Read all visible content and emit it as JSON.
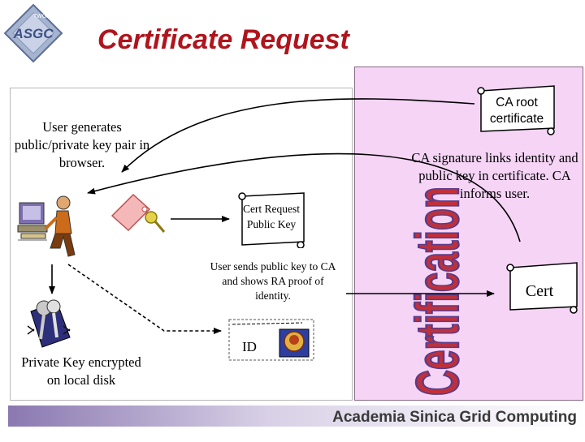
{
  "logo": {
    "text": "ASGC",
    "ribbon": "TWGrid"
  },
  "title": "Certificate Request",
  "left_panel": {
    "generate_text": "User generates public/private key pair in browser.",
    "cert_request": "Cert Request Public Key",
    "sends_text": "User sends public key to CA and shows RA proof of identity.",
    "id_label": "ID",
    "private_key_text": "Private Key encrypted on local disk"
  },
  "ca_panel": {
    "root_cert": "CA root certificate",
    "signature_text": "CA signature links identity and public key in certificate. CA informs user.",
    "cert_label": "Cert",
    "vertical_word": "Certification"
  },
  "footer": {
    "text": "Academia Sinica Grid Computing"
  },
  "colors": {
    "title": "#b0141c",
    "ca_panel": "#f5d4f5",
    "footer_band": "#9b8bb8",
    "certification_word": "#c0303a"
  }
}
